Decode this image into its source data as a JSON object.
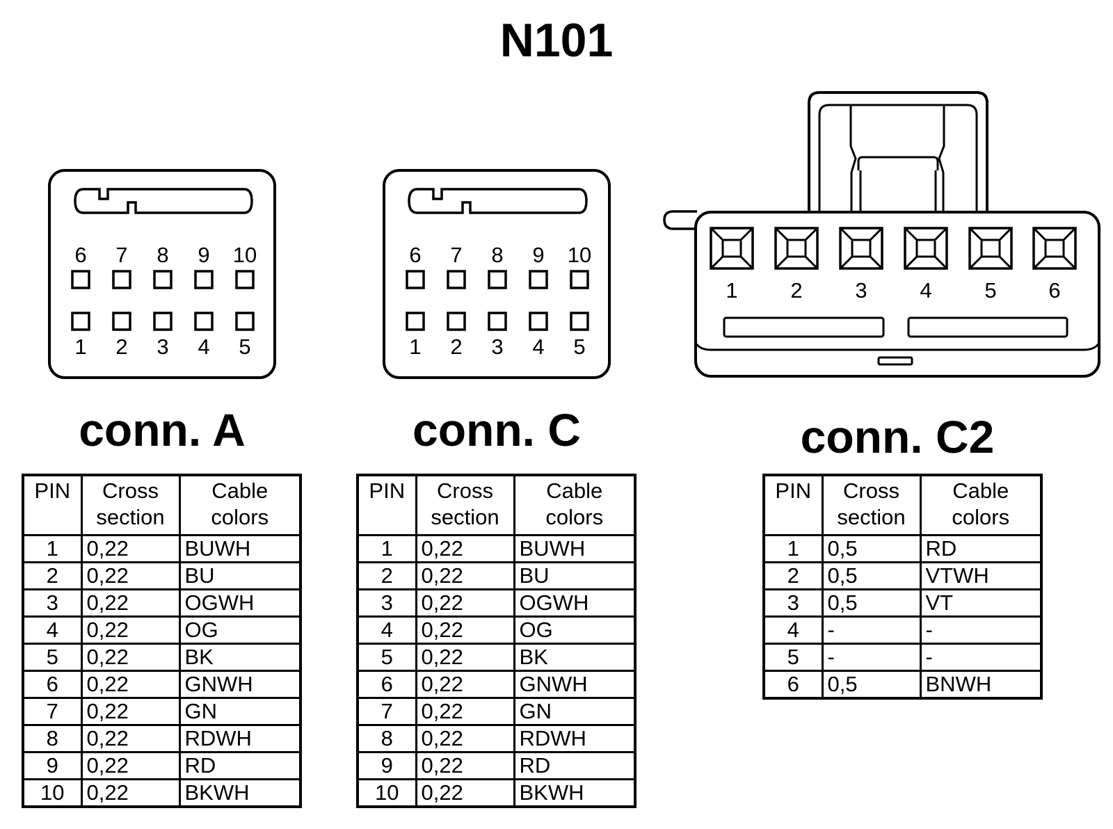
{
  "title": "N101",
  "connectors": [
    {
      "label": "conn. A",
      "top_pins": [
        "6",
        "7",
        "8",
        "9",
        "10"
      ],
      "bottom_pins": [
        "1",
        "2",
        "3",
        "4",
        "5"
      ],
      "table": {
        "headers": {
          "pin": "PIN",
          "cross_1": "Cross",
          "cross_2": "section",
          "cable_1": "Cable",
          "cable_2": "colors"
        },
        "rows": [
          {
            "pin": "1",
            "cross": "0,22",
            "color": "BUWH"
          },
          {
            "pin": "2",
            "cross": "0,22",
            "color": "BU"
          },
          {
            "pin": "3",
            "cross": "0,22",
            "color": "OGWH"
          },
          {
            "pin": "4",
            "cross": "0,22",
            "color": "OG"
          },
          {
            "pin": "5",
            "cross": "0,22",
            "color": "BK"
          },
          {
            "pin": "6",
            "cross": "0,22",
            "color": "GNWH"
          },
          {
            "pin": "7",
            "cross": "0,22",
            "color": "GN"
          },
          {
            "pin": "8",
            "cross": "0,22",
            "color": "RDWH"
          },
          {
            "pin": "9",
            "cross": "0,22",
            "color": "RD"
          },
          {
            "pin": "10",
            "cross": "0,22",
            "color": "BKWH"
          }
        ]
      }
    },
    {
      "label": "conn. C",
      "top_pins": [
        "6",
        "7",
        "8",
        "9",
        "10"
      ],
      "bottom_pins": [
        "1",
        "2",
        "3",
        "4",
        "5"
      ],
      "table": {
        "headers": {
          "pin": "PIN",
          "cross_1": "Cross",
          "cross_2": "section",
          "cable_1": "Cable",
          "cable_2": "colors"
        },
        "rows": [
          {
            "pin": "1",
            "cross": "0,22",
            "color": "BUWH"
          },
          {
            "pin": "2",
            "cross": "0,22",
            "color": "BU"
          },
          {
            "pin": "3",
            "cross": "0,22",
            "color": "OGWH"
          },
          {
            "pin": "4",
            "cross": "0,22",
            "color": "OG"
          },
          {
            "pin": "5",
            "cross": "0,22",
            "color": "BK"
          },
          {
            "pin": "6",
            "cross": "0,22",
            "color": "GNWH"
          },
          {
            "pin": "7",
            "cross": "0,22",
            "color": "GN"
          },
          {
            "pin": "8",
            "cross": "0,22",
            "color": "RDWH"
          },
          {
            "pin": "9",
            "cross": "0,22",
            "color": "RD"
          },
          {
            "pin": "10",
            "cross": "0,22",
            "color": "BKWH"
          }
        ]
      }
    },
    {
      "label": "conn. C2",
      "pins": [
        "1",
        "2",
        "3",
        "4",
        "5",
        "6"
      ],
      "table": {
        "headers": {
          "pin": "PIN",
          "cross_1": "Cross",
          "cross_2": "section",
          "cable_1": "Cable",
          "cable_2": "colors"
        },
        "rows": [
          {
            "pin": "1",
            "cross": "0,5",
            "color": "RD"
          },
          {
            "pin": "2",
            "cross": "0,5",
            "color": "VTWH"
          },
          {
            "pin": "3",
            "cross": "0,5",
            "color": "VT"
          },
          {
            "pin": "4",
            "cross": "-",
            "color": "-"
          },
          {
            "pin": "5",
            "cross": "-",
            "color": "-"
          },
          {
            "pin": "6",
            "cross": "0,5",
            "color": "BNWH"
          }
        ]
      }
    }
  ]
}
